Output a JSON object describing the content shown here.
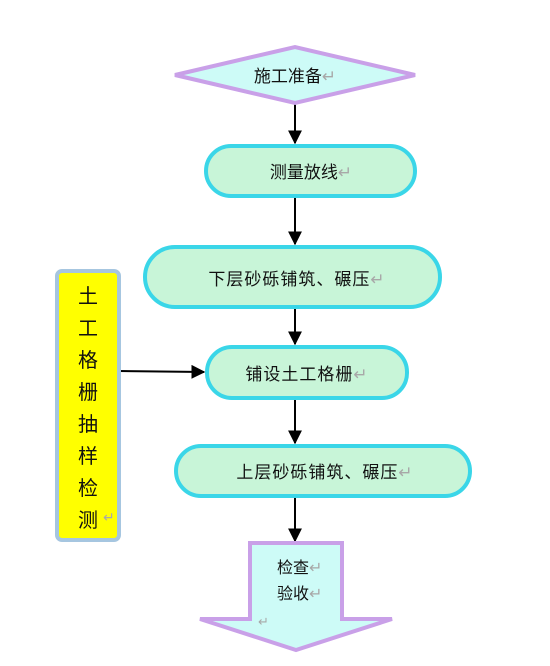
{
  "steps": [
    "施工准备",
    "测量放线",
    "下层砂砾铺筑、碾压",
    "铺设土工格栅",
    "上层砂砾铺筑、碾压"
  ],
  "side_box": {
    "chars": [
      "土",
      "工",
      "格",
      "栅",
      "抽",
      "样",
      "检",
      "测"
    ]
  },
  "final": {
    "line1": "检查",
    "line2": "验收"
  },
  "return_mark": "↵",
  "colors": {
    "node_fill": "#c8f5d8",
    "node_stroke": "#3ad6e8",
    "diamond_fill": "#cdfbf7",
    "diamond_stroke": "#c9a0e8",
    "side_fill": "#ffff00",
    "side_stroke": "#a6c6e0",
    "final_fill": "#cdfbf7",
    "final_stroke": "#c9a0e8",
    "arrow": "#000000"
  }
}
